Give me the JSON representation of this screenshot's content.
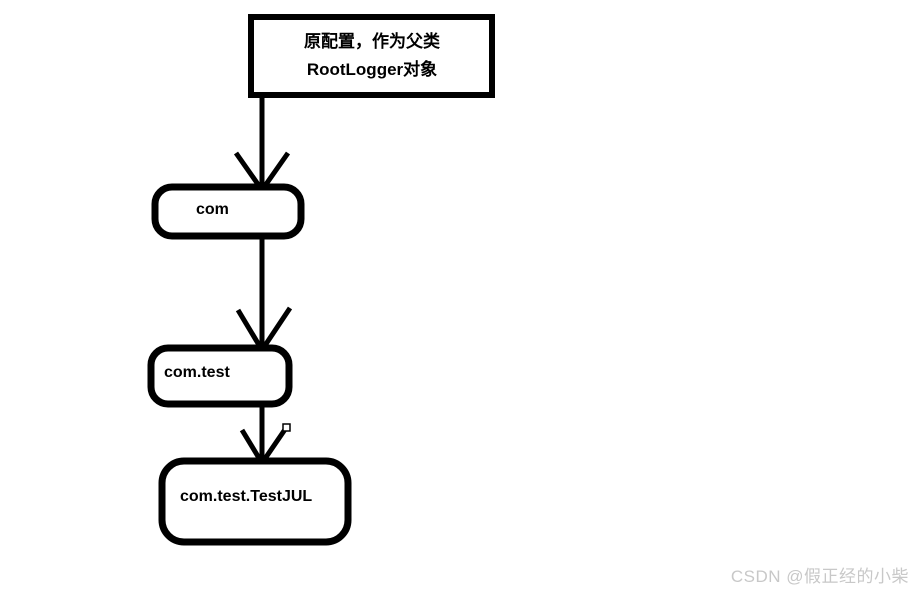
{
  "diagram": {
    "type": "flowchart",
    "background_color": "#ffffff",
    "stroke_color": "#000000",
    "nodes": [
      {
        "id": "root-logger",
        "shape": "rectangle",
        "lines": [
          "原配置，作为父类",
          "RootLogger对象"
        ],
        "line1": "原配置，作为父类",
        "line2": "RootLogger对象"
      },
      {
        "id": "com",
        "shape": "rounded-rectangle",
        "label": "com"
      },
      {
        "id": "com-test",
        "shape": "rounded-rectangle",
        "label": "com.test"
      },
      {
        "id": "com-test-testjul",
        "shape": "rounded-rectangle",
        "label": "com.test.TestJUL"
      }
    ],
    "edges": [
      {
        "id": "edge-root-to-com",
        "from": "root-logger",
        "to": "com",
        "arrow": "open-v"
      },
      {
        "id": "edge-com-to-comtest",
        "from": "com",
        "to": "com-test",
        "arrow": "open-v"
      },
      {
        "id": "edge-comtest-to-testjul",
        "from": "com-test",
        "to": "com-test-testjul",
        "arrow": "open-v",
        "selected": true
      }
    ]
  },
  "watermark": {
    "text": "CSDN @假正经的小柴",
    "color": "#c8c8c8"
  }
}
